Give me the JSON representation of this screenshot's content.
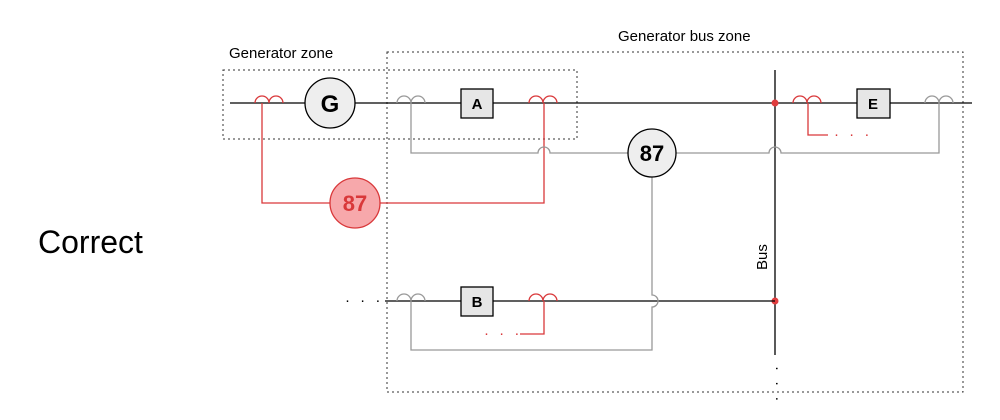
{
  "heading": "Correct",
  "zones": {
    "generator": "Generator zone",
    "generator_bus": "Generator bus zone"
  },
  "bus_label": "Bus",
  "generator_label": "G",
  "breakers": {
    "a": "A",
    "b": "B",
    "e": "E"
  },
  "relays": {
    "generator": "87",
    "bus": "87"
  },
  "continuation": "· · ·",
  "colors": {
    "generator_zone": "#d9383a",
    "generator_relay_fill": "#f7a8ab",
    "bus_zone": "#999999",
    "bus_relay_fill": "#eeeeee",
    "main": "#000000"
  }
}
